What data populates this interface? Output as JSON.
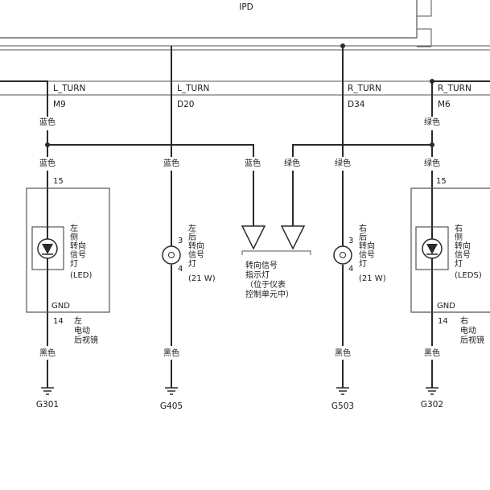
{
  "ipd": {
    "label": "IPD"
  },
  "circuits": [
    {
      "id": "lt1",
      "name": "L_TURN",
      "connector": "M9",
      "color": "蓝色"
    },
    {
      "id": "lt2",
      "name": "L_TURN",
      "connector": "D20"
    },
    {
      "id": "rt1",
      "name": "R_TURN",
      "connector": "D34"
    },
    {
      "id": "rt2",
      "name": "R_TURN",
      "connector": "M6",
      "color": "绿色"
    }
  ],
  "colors": {
    "blue": "蓝色",
    "green": "绿色",
    "black": "黑色"
  },
  "left_mirror": {
    "pin_top": "15",
    "pin_bottom": "14",
    "gnd": "GND",
    "lamp_lines": [
      "左",
      "侧",
      "转向",
      "信号",
      "灯",
      "(LED)"
    ],
    "mirror_lines": [
      "左",
      "电动",
      "后视镜"
    ]
  },
  "left_rear_lamp": {
    "pin_top": "3",
    "pin_bottom": "4",
    "lines": [
      "左",
      "后",
      "转向",
      "信号",
      "灯",
      "(21 W)"
    ]
  },
  "indicator": {
    "lines": [
      "转向信号",
      "指示灯",
      "（位于仪表",
      "控制单元中）"
    ]
  },
  "right_rear_lamp": {
    "pin_top": "3",
    "pin_bottom": "4",
    "lines": [
      "右",
      "后",
      "转向",
      "信号",
      "灯",
      "(21 W)"
    ]
  },
  "right_mirror": {
    "pin_top": "15",
    "pin_bottom": "14",
    "gnd": "GND",
    "lamp_lines": [
      "右",
      "侧",
      "转向",
      "信号",
      "灯",
      "(LEDS)"
    ],
    "mirror_lines": [
      "右",
      "电动",
      "后视镜"
    ]
  },
  "grounds": [
    "G301",
    "G405",
    "G503",
    "G302"
  ]
}
